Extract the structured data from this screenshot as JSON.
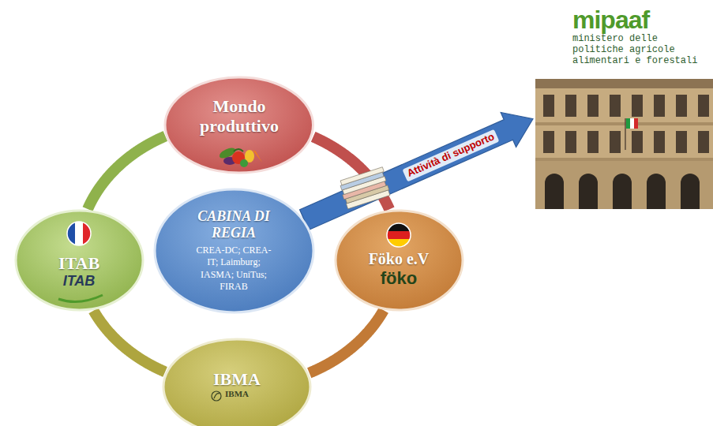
{
  "diagram": {
    "nodes": [
      {
        "text": [
          "Mondo produttivo"
        ]
      },
      {
        "text": [
          "ITAB",
          "ITAB"
        ]
      },
      {
        "text": [
          "CABINA DI REGIA",
          "CREA-DC; CREA-IT; Laimburg; IASMA; UniTus; FIRAB"
        ]
      },
      {
        "text": [
          "Föko e.V",
          "föko"
        ]
      },
      {
        "text": [
          "IBMA",
          "IBMA"
        ]
      },
      {
        "text": [
          "mipaaf",
          "ministero delle politiche agricole alimentari e forestali"
        ]
      }
    ],
    "edges": [
      {
        "from": 1,
        "to": 0,
        "arrow": "none"
      },
      {
        "from": 0,
        "to": 3,
        "arrow": "none"
      },
      {
        "from": 3,
        "to": 4,
        "arrow": "none"
      },
      {
        "from": 4,
        "to": 1,
        "arrow": "none"
      },
      {
        "from": 2,
        "to": 5,
        "arrow": "to",
        "label": "Attività di supporto"
      }
    ]
  }
}
